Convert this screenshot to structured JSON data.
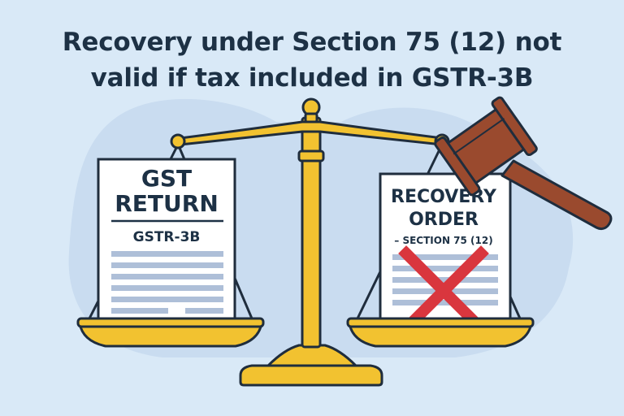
{
  "title": {
    "line1": "Recovery under Section 75 (12) not",
    "line2": "valid if tax included in GSTR-3B"
  },
  "left_document": {
    "heading_line1": "GST",
    "heading_line2": "RETURN",
    "subtitle": "GSTR-3B"
  },
  "right_document": {
    "heading_line1": "RECOVERY",
    "heading_line2": "ORDER",
    "subtitle": "– SECTION 75 (12)"
  },
  "colors": {
    "background": "#d9e9f7",
    "blob": "#c9dcf0",
    "scale_gold": "#f2c230",
    "scale_outline": "#1f2d3d",
    "gavel_wood": "#9a4a2e",
    "cross_red": "#d9363e",
    "doc_lines": "#aebfd8",
    "title_text": "#1d3145"
  },
  "icons": {
    "scale": "balance-scale-icon",
    "gavel": "gavel-icon",
    "cross": "cross-icon"
  }
}
